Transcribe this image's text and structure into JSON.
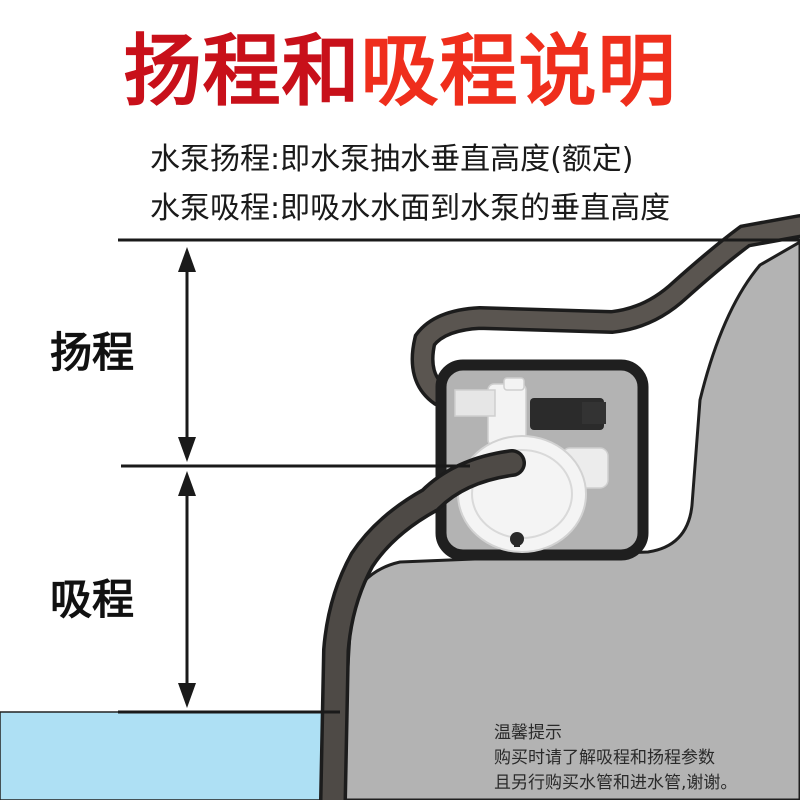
{
  "title": {
    "part1": "扬程和",
    "part2": "吸程说明"
  },
  "definitions": {
    "head": "水泵扬程:即水泵抽水垂直高度(额定)",
    "suction": "水泵吸程:即吸水水面到水泵的垂直高度"
  },
  "labels": {
    "head": "扬程",
    "suction": "吸程"
  },
  "note": {
    "title": "温馨提示",
    "line1": "购买时请了解吸程和扬程参数",
    "line2": "且另行购买水管和进水管,谢谢。"
  },
  "colors": {
    "title_dark_red": "#c8101a",
    "title_red": "#ef2e1c",
    "water": "#aee0f4",
    "ground": "#b3b3b3",
    "hose": "#4e4a46"
  }
}
